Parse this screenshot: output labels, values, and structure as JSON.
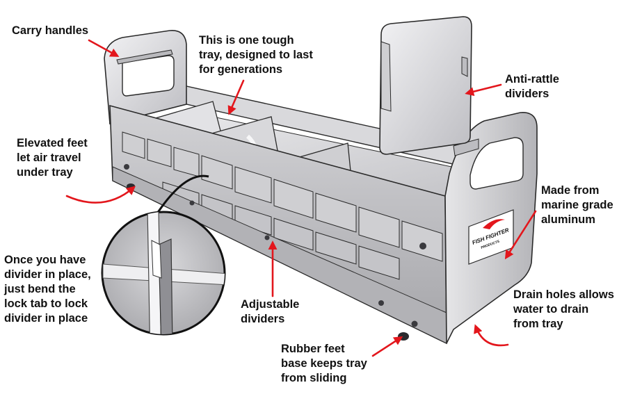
{
  "callouts": {
    "carry_handles": {
      "lines": [
        "Carry handles"
      ]
    },
    "tough_tray": {
      "lines": [
        "This is one tough",
        "tray, designed to last",
        "for generations"
      ]
    },
    "anti_rattle": {
      "lines": [
        "Anti-rattle",
        "dividers"
      ]
    },
    "elevated_feet": {
      "lines": [
        "Elevated feet",
        "let air travel",
        "under tray"
      ]
    },
    "marine_aluminum": {
      "lines": [
        "Made from",
        "marine grade",
        "aluminum"
      ]
    },
    "lock_tab": {
      "lines": [
        "Once you have",
        "divider in place,",
        "just bend the",
        "lock tab to lock",
        "divider in place"
      ]
    },
    "adjustable_dividers": {
      "lines": [
        "Adjustable",
        "dividers"
      ]
    },
    "drain_holes": {
      "lines": [
        "Drain holes allows",
        "water to drain",
        "from tray"
      ]
    },
    "rubber_feet": {
      "lines": [
        "Rubber feet",
        "base keeps tray",
        "from sliding"
      ]
    }
  },
  "brand_label": {
    "line1": "FISH FIGHTER",
    "line2": "PRODUCTS"
  },
  "colors": {
    "arrow": "#e3161c",
    "text": "#111111",
    "metal_light": "#e4e4e6",
    "metal_mid": "#c9c9cc",
    "metal_dark": "#9c9ca0",
    "outline": "#2a2a2a"
  },
  "icons": {
    "arrow": "curved-red-arrow",
    "zoom": "magnifier-inset"
  }
}
